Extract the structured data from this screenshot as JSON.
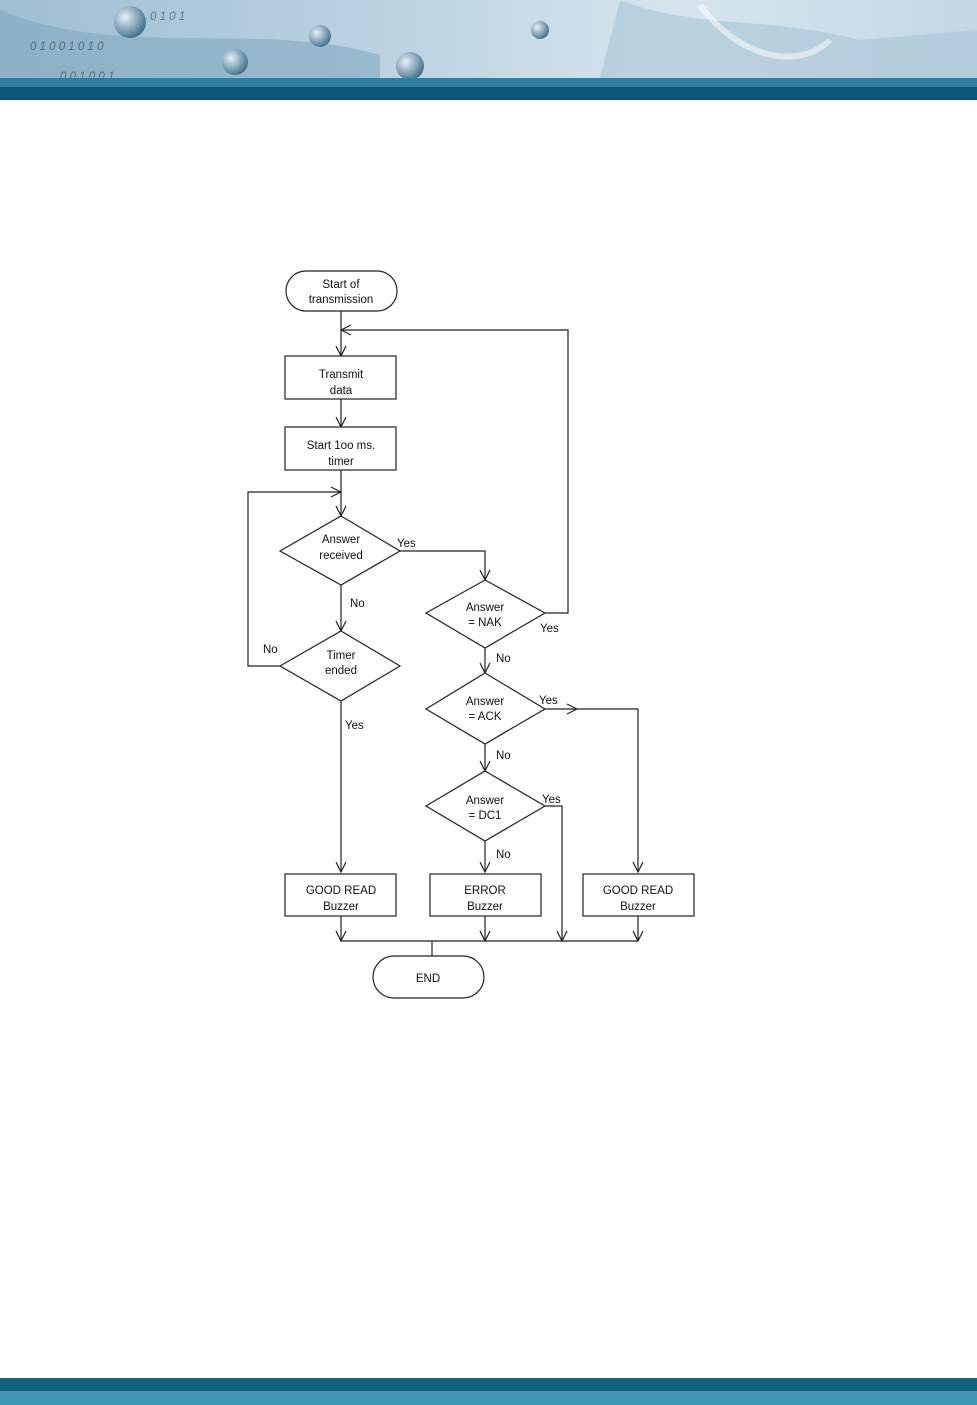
{
  "colors": {
    "banner_light": "#c9dce8",
    "banner_mid": "#6f9ab4",
    "banner_bar": "#1a5f82",
    "banner_bar_dark": "#0e3f5c",
    "footer_bar": "#13607f",
    "footer_strip": "#3d95b3"
  },
  "banner_watermark": [
    "0 1 0 1",
    "0 1 0 0 1 0 1 0",
    "0 0 1 0 0 1"
  ],
  "flowchart": {
    "start": [
      "Start of",
      "transmission"
    ],
    "transmit": [
      "Transmit",
      "data"
    ],
    "timer_start": [
      "Start 1oo ms.",
      "timer"
    ],
    "answer_received": [
      "Answer",
      "received"
    ],
    "timer_ended": [
      "Timer",
      "ended"
    ],
    "answer_nak": [
      "Answer",
      "= NAK"
    ],
    "answer_ack": [
      "Answer",
      "= ACK"
    ],
    "answer_dc1": [
      "Answer",
      "= DC1"
    ],
    "good_read_left": [
      "GOOD READ",
      "Buzzer"
    ],
    "error_buzzer": [
      "ERROR",
      "Buzzer"
    ],
    "good_read_right": [
      "GOOD READ",
      "Buzzer"
    ],
    "end": "END",
    "labels": {
      "yes": "Yes",
      "no": "No"
    }
  }
}
